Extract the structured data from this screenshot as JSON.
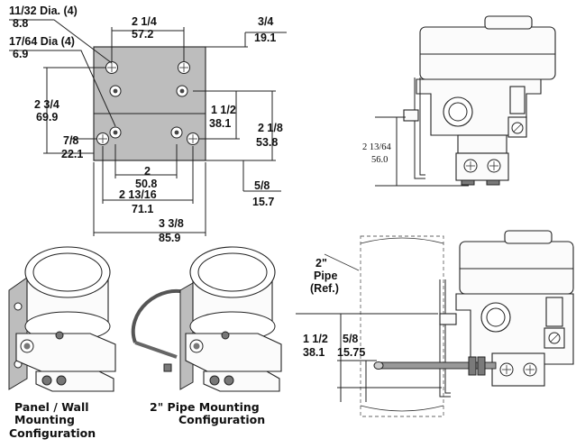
{
  "front_view": {
    "hole_large_dia": "11/32 Dia. (4)",
    "hole_large_dia_mm": "8.8",
    "hole_small_dia": "17/64 Dia (4)",
    "hole_small_dia_mm": "6.9",
    "top_width_in": "2 1/4",
    "top_width_mm": "57.2",
    "top_offset_in": "3/4",
    "top_offset_mm": "19.1",
    "left_height_in": "2 3/4",
    "left_height_mm": "69.9",
    "left_lower_in": "7/8",
    "left_lower_mm": "22.1",
    "mid_height_in": "1 1/2",
    "mid_height_mm": "38.1",
    "right_height_in": "2 1/8",
    "right_height_mm": "53.8",
    "inner_width_in": "2",
    "inner_width_mm": "50.8",
    "mid_width_in": "2 13/16",
    "mid_width_mm": "71.1",
    "overall_width_in": "3 3/8",
    "overall_width_mm": "85.9",
    "right_bottom_in": "5/8",
    "right_bottom_mm": "15.7"
  },
  "side_view": {
    "height_in": "2 13/64",
    "height_mm": "56.0"
  },
  "pipe_view": {
    "pipe_label_1": "2\"",
    "pipe_label_2": "Pipe",
    "pipe_label_3": "(Ref.)",
    "dim_a_in": "1 1/2",
    "dim_a_mm": "38.1",
    "dim_b_in": "5/8",
    "dim_b_mm": "15.75"
  },
  "captions": {
    "panel_line1": "Panel / Wall",
    "panel_line2": "Mounting",
    "panel_line3": "Configuration",
    "pipe_line1": "2\"  Pipe Mounting",
    "pipe_line2": "Configuration"
  },
  "colors": {
    "plate_fill": "#bdbdbd",
    "line": "#222222",
    "background": "#ffffff"
  }
}
